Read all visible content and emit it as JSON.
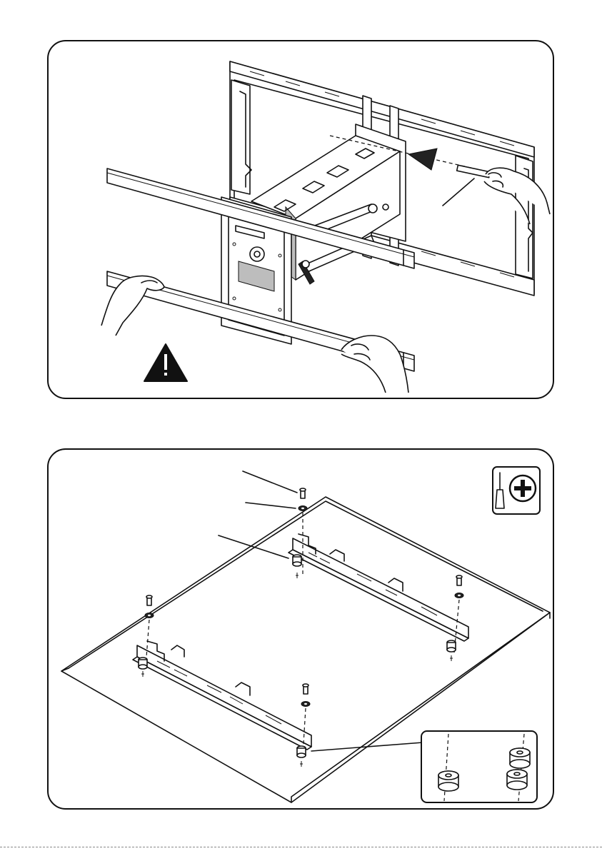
{
  "steps": [
    {
      "name": "attach-arm-to-wall-plate",
      "icons": [
        "warning-icon",
        "insert-arrow-icon",
        "hands"
      ],
      "hazard_symbol": "!"
    },
    {
      "name": "attach-rails-to-tv",
      "icons": [
        "phillips-screwdriver-icon"
      ],
      "parts": [
        "bolt",
        "washer",
        "spacer"
      ],
      "detail_inset": "spacer-detail"
    }
  ],
  "colors": {
    "line": "#111111",
    "background": "#ffffff",
    "warning": "#111111"
  }
}
